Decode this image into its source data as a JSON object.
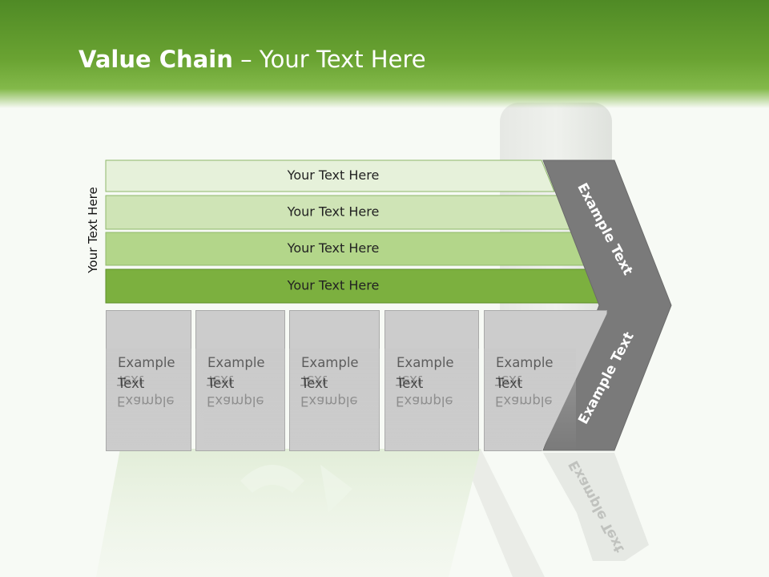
{
  "slide": {
    "title_bold": "Value Chain",
    "title_rest": " – Your Text Here",
    "side_label": "Your Text Here"
  },
  "rows": [
    {
      "label": "Your Text Here",
      "color": "#e6f1da"
    },
    {
      "label": "Your Text Here",
      "color": "#cfe4b6"
    },
    {
      "label": "Your Text Here",
      "color": "#b3d68a"
    },
    {
      "label": "Your Text Here",
      "color": "#7cb03f"
    }
  ],
  "boxes": [
    {
      "line1": "Example",
      "line2": "Text"
    },
    {
      "line1": "Example",
      "line2": "Text"
    },
    {
      "line1": "Example",
      "line2": "Text"
    },
    {
      "line1": "Example",
      "line2": "Text"
    },
    {
      "line1": "Example",
      "line2": "Text"
    }
  ],
  "chevron": {
    "upper_label": "Example Text",
    "lower_label": "Example Text",
    "color": "#7a7a7a"
  },
  "colors": {
    "header_green": "#5f9a2c",
    "box_gray": "#cccccc"
  }
}
